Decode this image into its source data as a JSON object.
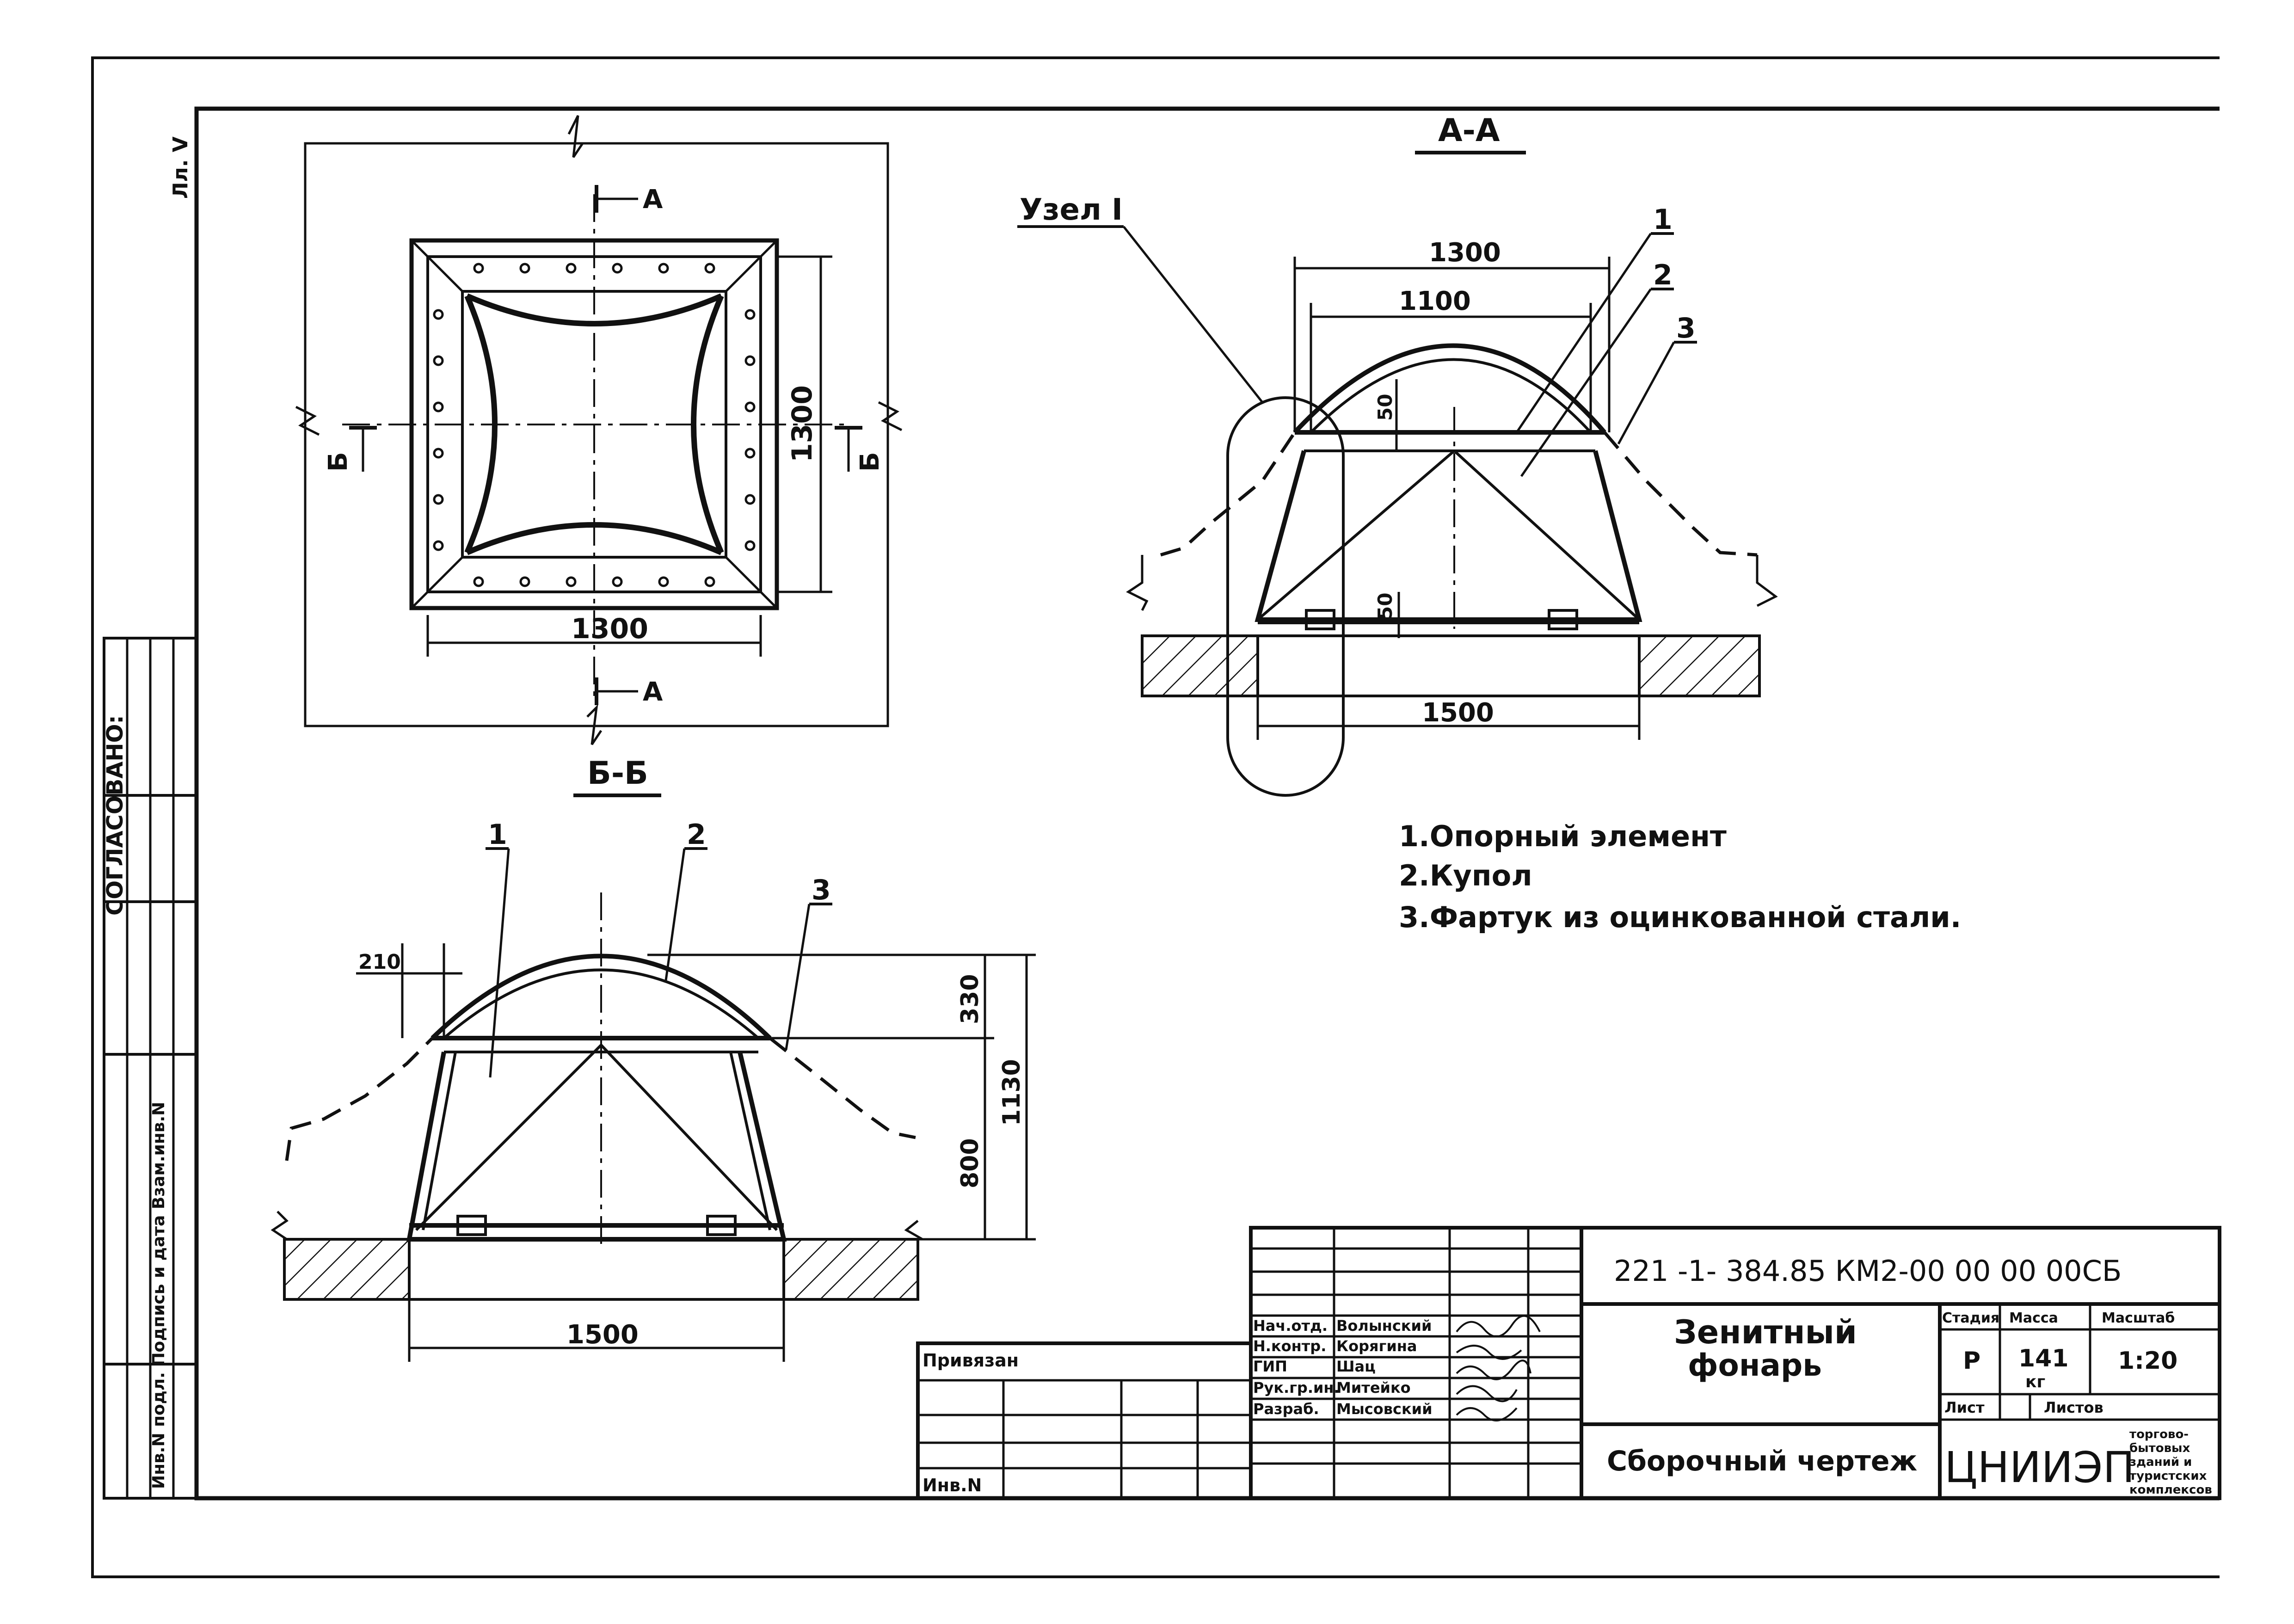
{
  "sheet_marker": "Лл. V",
  "left_stamp": {
    "agreed": "СОГЛАСОВАНО:",
    "inv_label": "Инв.N подл.  Подпись и дата  Взам.инв.N"
  },
  "plan_view": {
    "section_mark_a": "А",
    "section_mark_b": "Б",
    "dim_width": "1300",
    "dim_height": "1300"
  },
  "section_aa": {
    "title": "А-А",
    "node_label": "Узел I",
    "dim_outer": "1300",
    "dim_inner": "1100",
    "dim_base": "1500",
    "dim_50_top": "50",
    "dim_50_bottom": "50",
    "callouts": [
      "1",
      "2",
      "3"
    ]
  },
  "section_bb": {
    "title": "Б-Б",
    "dim_210": "210",
    "dim_330": "330",
    "dim_1130": "1130",
    "dim_800": "800",
    "dim_base": "1500",
    "callouts": [
      "1",
      "2",
      "3"
    ]
  },
  "legend": [
    "1.Опорный элемент",
    "2.Купол",
    "3.Фартук из оцинкованной стали."
  ],
  "title_block": {
    "doc_code": "221 -1- 384.85 КМ2-00 00 00 00СБ",
    "name_line1": "Зенитный",
    "name_line2": "фонарь",
    "drawing_type": "Сборочный чертеж",
    "stage_label": "Стадия",
    "mass_label": "Масса",
    "scale_label": "Масштаб",
    "stage": "Р",
    "mass": "141",
    "mass_unit": "кг",
    "scale": "1:20",
    "sheet_label": "Лист",
    "sheets_label": "Листов",
    "org": "ЦНИИЭП",
    "org_note": [
      "торгово-",
      "бытовых",
      "зданий и",
      "туристских",
      "комплексов"
    ],
    "bound_label": "Привязан",
    "inv_label": "Инв.N",
    "staff": [
      {
        "role": "Нач.отд.",
        "name": "Волынский"
      },
      {
        "role": "Н.контр.",
        "name": "Корягина"
      },
      {
        "role": "ГИП",
        "name": "Шац"
      },
      {
        "role": "Рук.гр.ин.",
        "name": "Митейко"
      },
      {
        "role": "Разраб.",
        "name": "Мысовский"
      }
    ]
  }
}
